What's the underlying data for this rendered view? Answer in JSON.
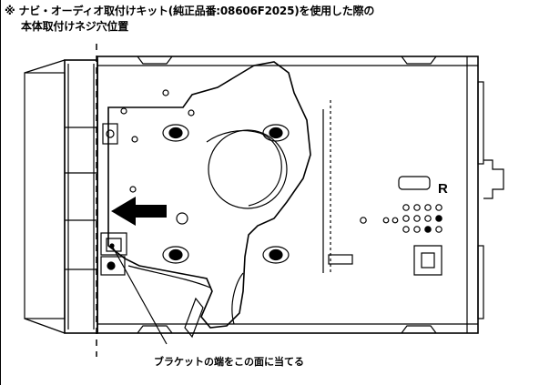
{
  "title": {
    "line1": "※ ナビ・オーディオ取付けキット(純正品番:08606F2025)を使用した際の",
    "line2": "本体取付けネジ穴位置"
  },
  "labels": {
    "r_mark": "R",
    "caption": "ブラケットの端をこの面に当てる"
  }
}
